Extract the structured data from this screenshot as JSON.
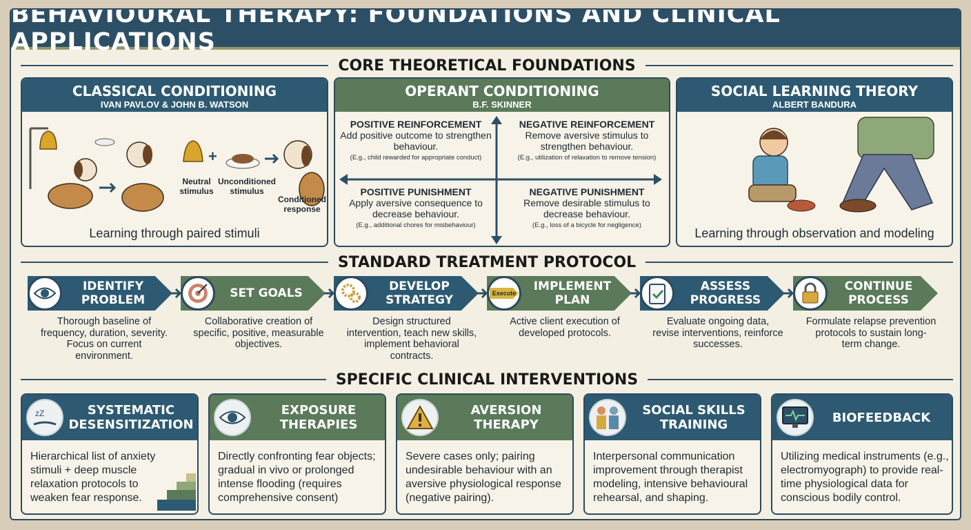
{
  "title": "BEHAVIOURAL THERAPY: FOUNDATIONS AND CLINICAL APPLICATIONS",
  "sections": {
    "foundations": "CORE THEORETICAL FOUNDATIONS",
    "protocol": "STANDARD TREATMENT PROTOCOL",
    "interventions": "SPECIFIC CLINICAL INTERVENTIONS"
  },
  "classical": {
    "title": "CLASSICAL CONDITIONING",
    "subtitle": "IVAN PAVLOV & JOHN B. WATSON",
    "neutral": "Neutral stimulus",
    "unconditioned": "Unconditioned stimulus",
    "conditioned": "Conditioned response",
    "caption": "Learning through paired stimuli"
  },
  "operant": {
    "title": "OPERANT CONDITIONING",
    "subtitle": "B.F. SKINNER",
    "quadrants": [
      {
        "title": "POSITIVE REINFORCEMENT",
        "desc": "Add positive outcome to strengthen behaviour.",
        "example": "(E.g., child rewarded for appropriate conduct)"
      },
      {
        "title": "NEGATIVE REINFORCEMENT",
        "desc": "Remove aversive stimulus to strengthen behaviour.",
        "example": "(E.g., utilization of relaxation to remove tension)"
      },
      {
        "title": "POSITIVE PUNISHMENT",
        "desc": "Apply aversive consequence to decrease behaviour.",
        "example": "(E.g., additional chores for misbehaviour)"
      },
      {
        "title": "NEGATIVE PUNISHMENT",
        "desc": "Remove desirable stimulus to decrease behaviour.",
        "example": "(E.g., loss of a bicycle for negligence)"
      }
    ]
  },
  "social": {
    "title": "SOCIAL LEARNING THEORY",
    "subtitle": "ALBERT BANDURA",
    "caption": "Learning through observation and modeling"
  },
  "steps": [
    {
      "label": "IDENTIFY PROBLEM",
      "desc": "Thorough baseline of frequency, duration, severity. Focus on current environment.",
      "icon": "eye-icon"
    },
    {
      "label": "SET GOALS",
      "desc": "Collaborative creation of specific, positive, measurable objectives.",
      "icon": "target-icon"
    },
    {
      "label": "DEVELOP STRATEGY",
      "desc": "Design structured intervention, teach new skills, implement behavioral contracts.",
      "icon": "gears-icon"
    },
    {
      "label": "IMPLEMENT PLAN",
      "desc": "Active client execution of developed protocols.",
      "icon": "execute-arrow-icon",
      "icon_text": "Execute"
    },
    {
      "label": "ASSESS PROGRESS",
      "desc": "Evaluate ongoing data, revise interventions, reinforce successes.",
      "icon": "clipboard-check-icon"
    },
    {
      "label": "CONTINUE PROCESS",
      "desc": "Formulate relapse prevention protocols to sustain long-term change.",
      "icon": "lock-icon"
    }
  ],
  "interventions": [
    {
      "title": "SYSTEMATIC DESENSITIZATION",
      "desc": "Hierarchical list of anxiety stimuli + deep muscle relaxation protocols to weaken fear response.",
      "icon": "sleep-hand-icon"
    },
    {
      "title": "EXPOSURE THERAPIES",
      "desc": "Directly confronting fear objects; gradual in vivo or prolonged intense flooding (requires comprehensive consent)",
      "icon": "eye-icon"
    },
    {
      "title": "AVERSION THERAPY",
      "desc": "Severe cases only; pairing undesirable behaviour with an aversive physiological response (negative pairing).",
      "icon": "warning-icon"
    },
    {
      "title": "SOCIAL SKILLS TRAINING",
      "desc": "Interpersonal communication improvement through therapist modeling, intensive behavioural rehearsal, and shaping.",
      "icon": "handshake-icon"
    },
    {
      "title": "BIOFEEDBACK",
      "desc": "Utilizing medical instruments (e.g., electromyograph) to provide real-time physiological data for conscious bodily control.",
      "icon": "monitor-pulse-icon"
    }
  ],
  "colors": {
    "primary": "#2d5a72",
    "secondary": "#5a7a5a",
    "background": "#f3efe3",
    "title_bar": "#2d4f66"
  }
}
